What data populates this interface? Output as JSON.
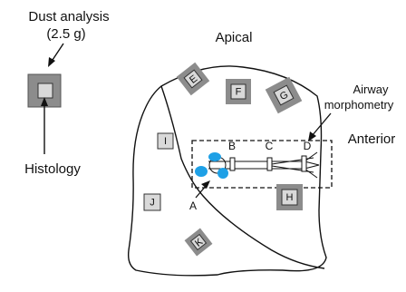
{
  "legend": {
    "dust_title": "Dust analysis",
    "dust_mass": "(2.5 g)",
    "histology": "Histology"
  },
  "orientation": {
    "apical": "Apical",
    "anterior": "Anterior"
  },
  "airway": {
    "label_line1": "Airway",
    "label_line2": "morphometry"
  },
  "samples": {
    "E": "E",
    "F": "F",
    "G": "G",
    "H": "H",
    "I": "I",
    "J": "J",
    "K": "K"
  },
  "airway_points": {
    "A": "A",
    "B": "B",
    "C": "C",
    "D": "D"
  },
  "colors": {
    "sample_outer": "#8c8c8c",
    "sample_inner": "#d9d9d9",
    "sample_border": "#333333",
    "lymph_node": "#1ea0e6",
    "outline": "#111111"
  }
}
